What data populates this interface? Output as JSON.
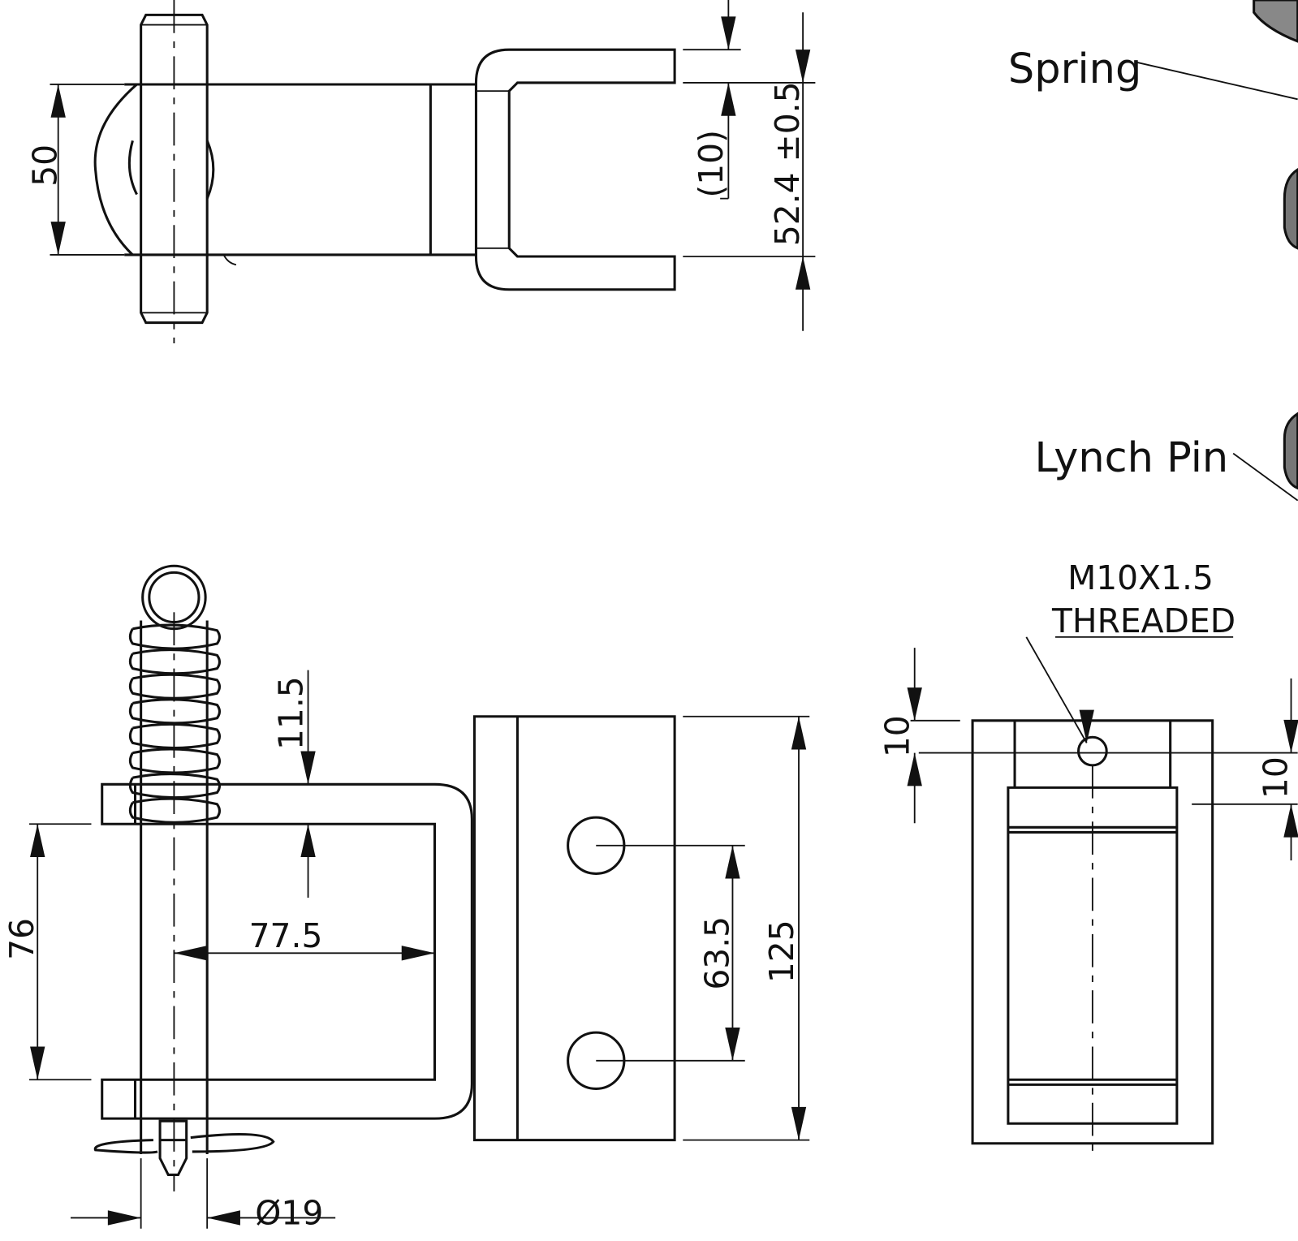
{
  "labels": {
    "spring": "Spring",
    "lynch_pin": "Lynch Pin",
    "thread_line1": "M10X1.5",
    "thread_line2": "THREADED"
  },
  "dimensions": {
    "top_height": "50",
    "top_gap": "(10)",
    "top_width": "52.4 ±0.5",
    "bar_offset": "11.5",
    "inner_height": "76",
    "reach": "77.5",
    "hole_spacing": "63.5",
    "plate_height": "125",
    "pin_diameter": "Ø19",
    "side_hole_left": "10",
    "side_hole_right": "10"
  }
}
